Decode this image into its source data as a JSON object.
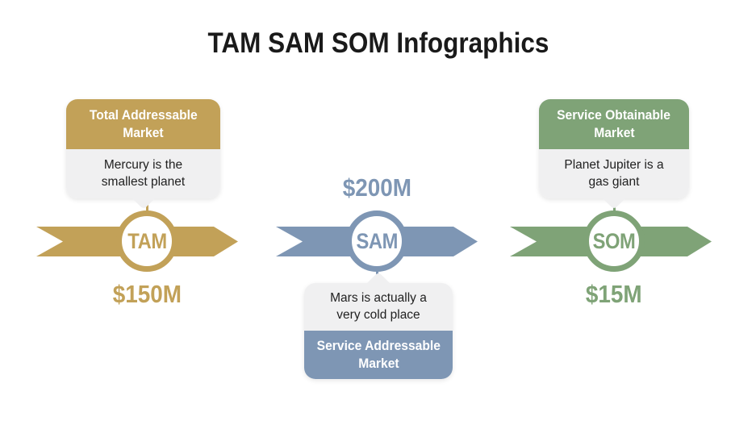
{
  "page": {
    "title": "TAM SAM SOM Infographics",
    "background_color": "#ffffff",
    "title_color": "#1a1a1a",
    "note_bg_color": "#f0f0f1"
  },
  "sections": [
    {
      "id": "tam",
      "acronym": "TAM",
      "card_title": "Total Addressable Market",
      "card_title_line1": "Total Addressable",
      "card_title_line2": "Market",
      "note": "Mercury is the smallest planet",
      "note_line1": "Mercury is the",
      "note_line2": "smallest planet",
      "value": "$150M",
      "color": "#c2a158"
    },
    {
      "id": "sam",
      "acronym": "SAM",
      "card_title": "Service Addressable Market",
      "card_title_line1": "Service Addressable",
      "card_title_line2": "Market",
      "note": "Mars is actually a very cold place",
      "note_line1": "Mars is actually a",
      "note_line2": "very cold place",
      "value": "$200M",
      "color": "#7e96b4"
    },
    {
      "id": "som",
      "acronym": "SOM",
      "card_title": "Service Obtainable Market",
      "card_title_line1": "Service Obtainable",
      "card_title_line2": "Market",
      "note": "Planet Jupiter is a gas giant",
      "note_line1": "Planet Jupiter is a",
      "note_line2": "gas giant",
      "value": "$15M",
      "color": "#7fa377"
    }
  ]
}
